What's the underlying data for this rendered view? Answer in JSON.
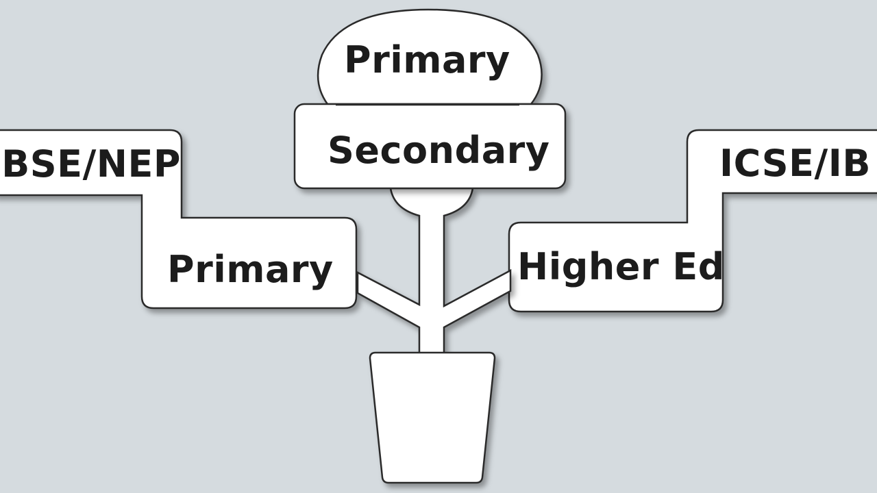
{
  "diagram": {
    "type": "tree",
    "description": "Education pathway tree growing from a pot",
    "colors": {
      "background": "#d5dbdf",
      "node_fill": "#ffffff",
      "outline": "#2b2b2b",
      "text": "#1c1c1c"
    },
    "nodes": {
      "top": {
        "label": "Primary"
      },
      "center": {
        "label": "Secondary"
      },
      "left_upper": {
        "label": "CBSE/NEP"
      },
      "left_lower": {
        "label": "Primary"
      },
      "right_upper": {
        "label": "ICSE/IB"
      },
      "right_lower": {
        "label": "Higher Ed"
      },
      "pot": {
        "label": ""
      }
    }
  }
}
